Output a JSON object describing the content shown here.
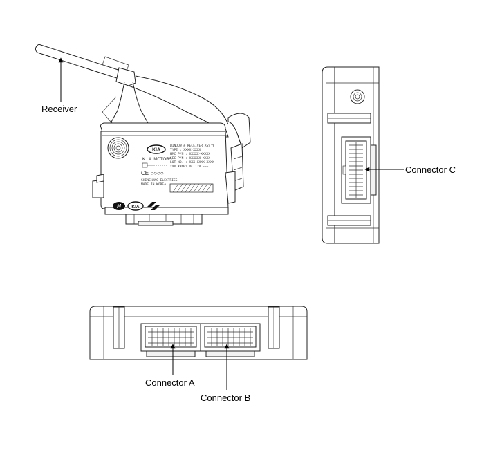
{
  "callouts": {
    "receiver": "Receiver",
    "connector_a": "Connector A",
    "connector_b": "Connector B",
    "connector_c": "Connector C"
  },
  "module_label": {
    "brand": "K.I.A. MOTORS",
    "ce_mark": "CE ○○○○",
    "manufacturer": "SHINCHANG ELECTRICS",
    "origin": "MADE IN KOREA",
    "line1": "WINDOW & RECEIVER ASS'Y",
    "line2": "TYPE : XXXX-XXXX",
    "line3": "HMC P/N : XXXXX-XXXXX",
    "line4": "SEC P/N : XXXXXX-XXXX",
    "line5": "LOT NO. : XXX XXXX XXXX",
    "line6": "XXX.XXMHz DC 12V ===",
    "kia_logo": "KIA"
  }
}
